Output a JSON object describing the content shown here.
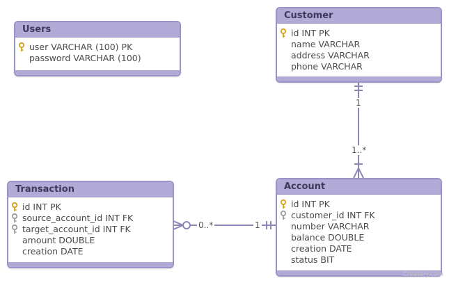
{
  "entities": {
    "users": {
      "title": "Users",
      "attributes": [
        {
          "text": "user VARCHAR (100) PK",
          "key": "primary"
        },
        {
          "text": "password VARCHAR (100)",
          "key": "none"
        }
      ]
    },
    "customer": {
      "title": "Customer",
      "attributes": [
        {
          "text": "id INT PK",
          "key": "primary"
        },
        {
          "text": "name VARCHAR",
          "key": "none"
        },
        {
          "text": "address VARCHAR",
          "key": "none"
        },
        {
          "text": "phone VARCHAR",
          "key": "none"
        }
      ]
    },
    "transaction": {
      "title": "Transaction",
      "attributes": [
        {
          "text": "id INT PK",
          "key": "primary"
        },
        {
          "text": "source_account_id INT FK",
          "key": "foreign"
        },
        {
          "text": "target_account_id INT FK",
          "key": "foreign"
        },
        {
          "text": "amount DOUBLE",
          "key": "none"
        },
        {
          "text": "creation DATE",
          "key": "none"
        }
      ]
    },
    "account": {
      "title": "Account",
      "attributes": [
        {
          "text": "id INT PK",
          "key": "primary"
        },
        {
          "text": "customer_id INT FK",
          "key": "foreign"
        },
        {
          "text": "number VARCHAR",
          "key": "none"
        },
        {
          "text": "balance DOUBLE",
          "key": "none"
        },
        {
          "text": "creation DATE",
          "key": "none"
        },
        {
          "text": "status BIT",
          "key": "none"
        }
      ]
    }
  },
  "relationships": {
    "customer_account": {
      "from_label": "1",
      "to_label": "1..*"
    },
    "transaction_account": {
      "from_label": "0..*",
      "to_label": "1"
    }
  },
  "colors": {
    "border": "#9b94c6",
    "header": "#b2aad6",
    "primary_key": "#d4a017",
    "foreign_key": "#9a9a9a",
    "line": "#8c86b8"
  },
  "icons": {
    "primary": "key-icon",
    "foreign": "key-icon"
  },
  "watermark": "Creately.com"
}
